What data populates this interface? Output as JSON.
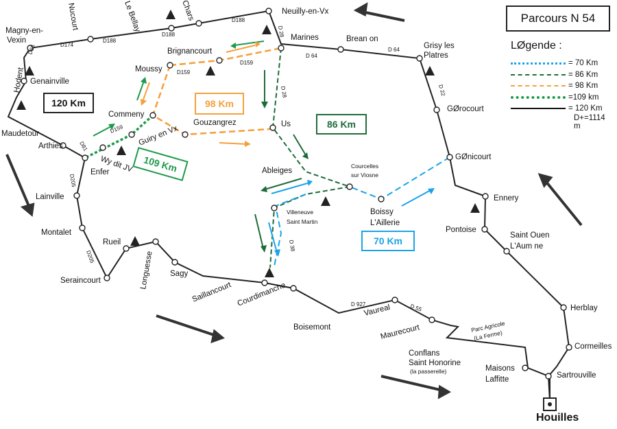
{
  "title": "Parcours N  54",
  "legend": {
    "title": "LØgende :",
    "items": [
      {
        "label": "= 70 Km",
        "color": "#1aa3e8",
        "style": "dotted"
      },
      {
        "label": "= 86 Km",
        "color": "#1e6b3a",
        "style": "dashed"
      },
      {
        "label": "= 98 Km",
        "color": "#f5a03c",
        "style": "longdash"
      },
      {
        "label": "=109 km",
        "color": "#1d9a4a",
        "style": "dotted-thick"
      },
      {
        "label": "= 120 Km",
        "color": "#111111",
        "style": "solid"
      }
    ],
    "elevation": "D+=1114 m"
  },
  "distance_boxes": {
    "k120": "120 Km",
    "k98": "98 Km",
    "k86": "86 Km",
    "k109": "109 Km",
    "k70": "70 Km"
  },
  "start_city": "Houilles",
  "towns": {
    "magny": "Magny-en-",
    "magny2": "Vexin",
    "nucourt": "Nucourt",
    "lebellay": "Le Bellay",
    "chars": "Chars",
    "neuilly": "Neuilly-en-Vx",
    "marines": "Marines",
    "breanon": "Brean on",
    "grisy": "Grisy les",
    "grisy2": "Platres",
    "brignancourt": "Brignancourt",
    "moussy": "Moussy",
    "hodent": "Hodent",
    "genainville": "Genainville",
    "commeny": "Commeny",
    "gouzangrez": "Gouzangrez",
    "us": "Us",
    "gerocourt": "GØrocourt",
    "maudetour": "Maudetour",
    "arthies": "Arthies",
    "guiry": "Guiry en Vx",
    "wy": "Wy dit JV",
    "enfer": "Enfer",
    "ableiges": "Ableiges",
    "courcelles": "Courcelles",
    "courcelles2": "sur Viosne",
    "genicourt": "GØnicourt",
    "lainville": "Lainville",
    "boissy": "Boissy",
    "boissy2": "L'Aillerie",
    "ennery": "Ennery",
    "villeneuve": "Villeneuve",
    "villeneuve2": "Saint Martin",
    "pontoise": "Pontoise",
    "saintouen": "Saint Ouen",
    "saintouen2": "L'Aum ne",
    "montalet": "Montalet",
    "rueil": "Rueil",
    "longuesse": "Longuesse",
    "sagy": "Sagy",
    "seraincourt": "Seraincourt",
    "saillancourt": "Saillancourt",
    "courdimanche": "Courdimanche",
    "boisemont": "Boisemont",
    "vaureal": "Vaureal",
    "maurecourt": "Maurecourt",
    "parcagricole": "Parc Agricole",
    "parcagricole2": "(La Ferme)",
    "conflans": "Conflans",
    "conflans2": "Saint Honorine",
    "conflans3": "(la passerelle)",
    "maisons": "Maisons",
    "maisons2": "Laffitte",
    "sartrouville": "Sartrouville",
    "herblay": "Herblay",
    "cormeilles": "Cormeilles"
  },
  "roads": {
    "d86": "D86",
    "d174": "D174",
    "d188a": "D188",
    "d188b": "D188",
    "d188c": "D188",
    "d28a": "D 28",
    "d28b": "D 28",
    "d64a": "D 64",
    "d64b": "D 64",
    "d22": "D 22",
    "d159a": "D159",
    "d159b": "D159",
    "d159c": "D159",
    "d81": "D81",
    "d205a": "D205",
    "d205b": "D205",
    "d38": "D 38",
    "d927": "D 927",
    "d55": "D 55"
  }
}
